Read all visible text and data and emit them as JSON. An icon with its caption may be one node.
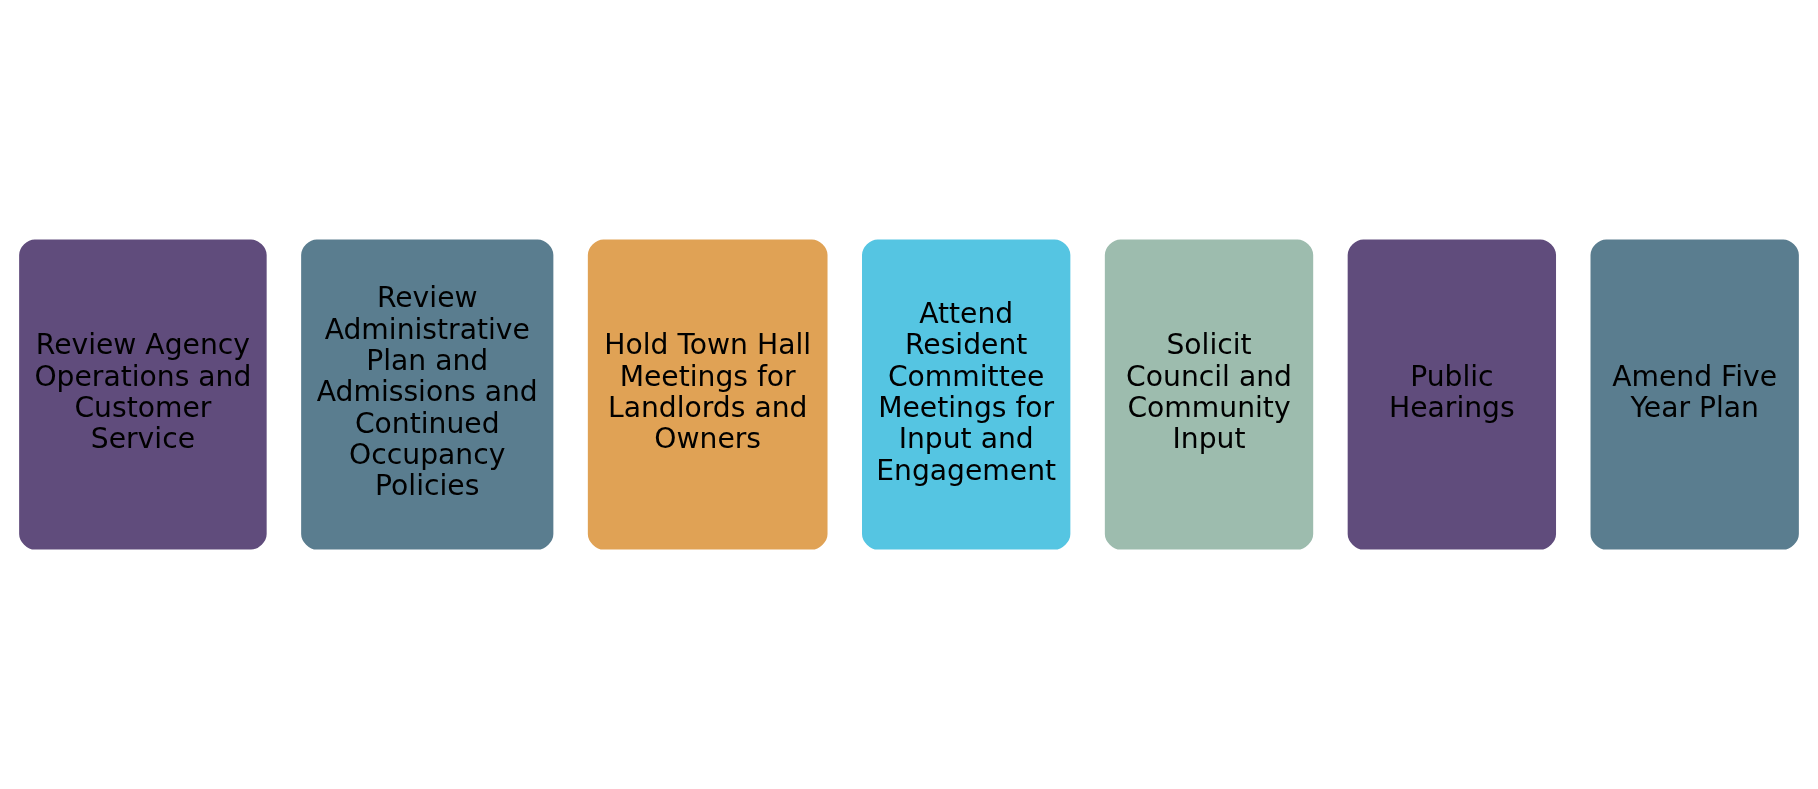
{
  "diagram": {
    "nodes": [
      {
        "text": [
          "Review Agency Operations and Customer Service"
        ]
      },
      {
        "text": [
          "Review Administrative Plan and Admissions and Continued Occupancy Policies"
        ]
      },
      {
        "text": [
          "Hold Town Hall Meetings for Landlords and Owners"
        ]
      },
      {
        "text": [
          "Attend Resident Committee Meetings for Input and Engagement"
        ]
      },
      {
        "text": [
          "Solicit Council and Community Input"
        ]
      },
      {
        "text": [
          "Public Hearings"
        ]
      },
      {
        "text": [
          "Amend Five Year Plan"
        ]
      }
    ]
  }
}
